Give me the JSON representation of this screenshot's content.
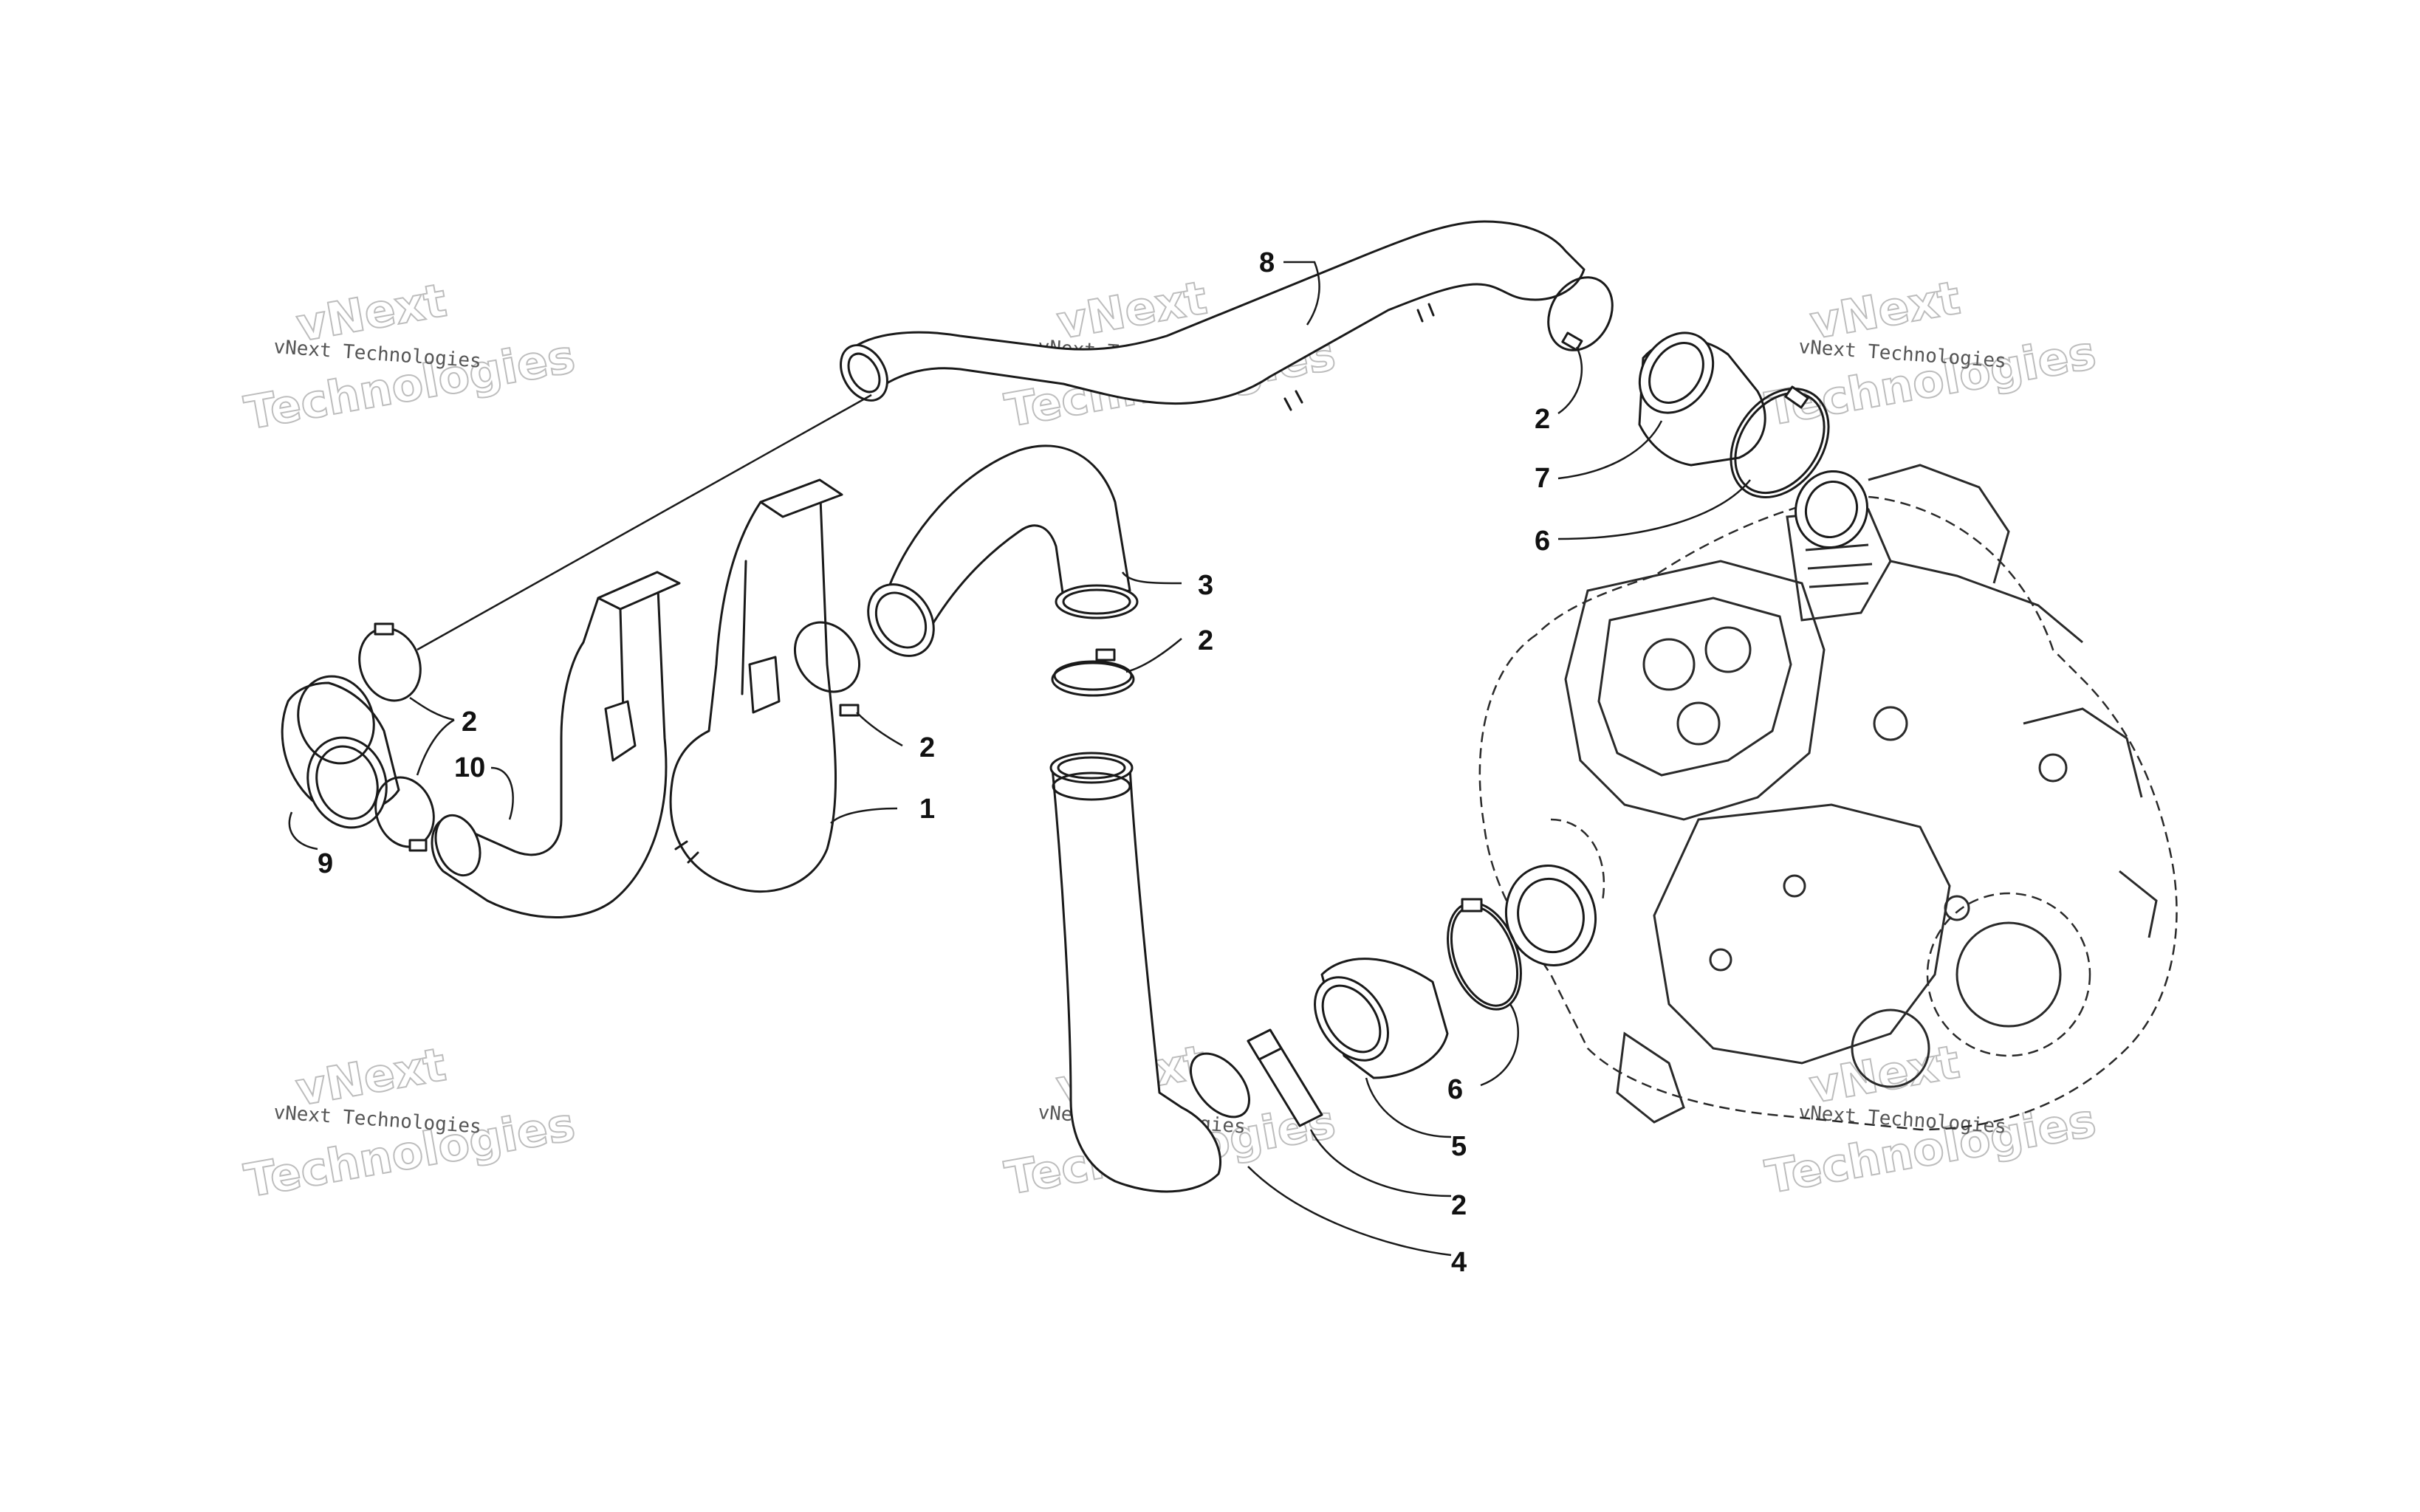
{
  "watermark": {
    "line1": "vNext",
    "line2": "vNext Technologies",
    "line3": "Technologies"
  },
  "callouts": {
    "c1": "1",
    "c2a": "2",
    "c2b": "2",
    "c2c": "2",
    "c2d": "2",
    "c2e": "2",
    "c3": "3",
    "c4": "4",
    "c5": "5",
    "c6a": "6",
    "c6b": "6",
    "c7": "7",
    "c8": "8",
    "c9": "9",
    "c10": "10"
  }
}
